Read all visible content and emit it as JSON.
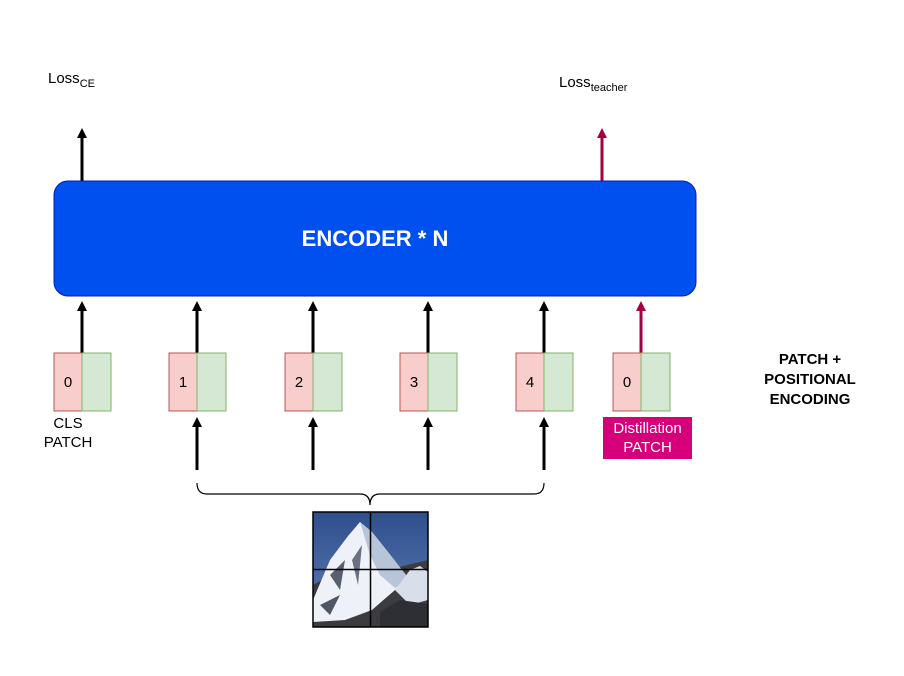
{
  "loss_ce": {
    "base": "Loss",
    "sub": "CE"
  },
  "loss_teacher": {
    "base": "Loss",
    "sub": "teacher"
  },
  "encoder": {
    "label": "ENCODER * N"
  },
  "tokens": [
    "0",
    "1",
    "2",
    "3",
    "4",
    "0"
  ],
  "cls_label": {
    "line1": "CLS",
    "line2": "PATCH"
  },
  "distillation_label": {
    "line1": "Distillation",
    "line2": "PATCH"
  },
  "side_label": {
    "line1": "PATCH +",
    "line2": "POSITIONAL",
    "line3": "ENCODING"
  },
  "colors": {
    "encoder": "#0050ef",
    "token_left": "#f8cecc",
    "token_left_border": "#b85450",
    "token_right": "#d5e8d4",
    "token_right_border": "#82b366",
    "distill_arrow": "#a50040",
    "distill_badge": "#d6007a"
  }
}
